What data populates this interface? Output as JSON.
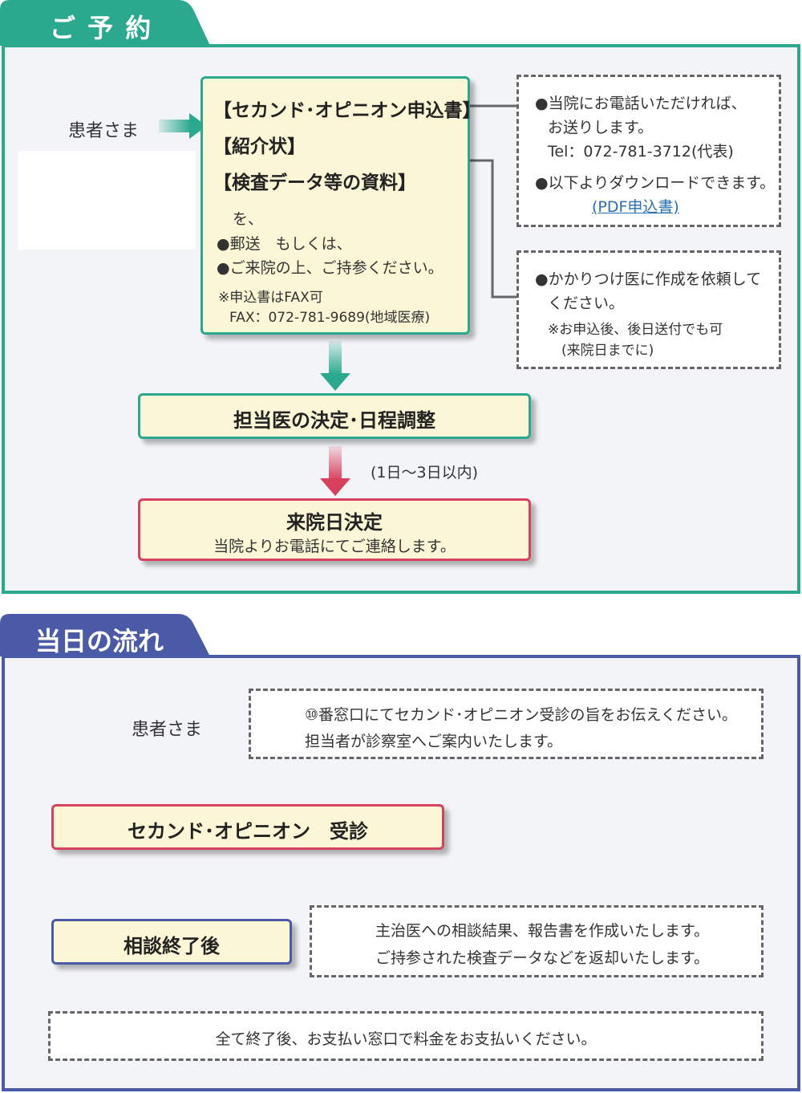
{
  "colors": {
    "teal": "#2aa98f",
    "navy": "#4a5aa6",
    "pink": "#d8415e",
    "cream": "#fbf6d6"
  },
  "reservation": {
    "tab": "ご 予 約",
    "patient": "患者さま",
    "docs": [
      "【セカンド･オピニオン申込書】",
      "【紹介状】",
      "【検査データ等の資料】"
    ],
    "method_wo": "を、",
    "method_mail": "●郵送　もしくは、",
    "method_visit": "●ご来院の上、ご持参ください。",
    "fax_note": "※申込書はFAX可",
    "fax": "FAX：072-781-9689(地域医療)",
    "side1_line1": "●当院にお電話いただければ、",
    "side1_line2": "お送りします。",
    "side1_tel": "Tel：072-781-3712(代表)",
    "side1_dl": "●以下よりダウンロードできます。",
    "side1_link": "(PDF申込書)",
    "side2_line1": "●かかりつけ医に作成を依頼して",
    "side2_line2": "ください。",
    "side2_note1": "※お申込後、後日送付でも可",
    "side2_note2": "(来院日までに)",
    "step1": "担当医の決定･日程調整",
    "days": "(1日～3日以内)",
    "step2_title": "来院日決定",
    "step2_sub": "当院よりお電話にてご連絡します。"
  },
  "dayflow": {
    "tab": "当日の流れ",
    "patient": "患者さま",
    "info1": "⑩番窓口にてセカンド･オピニオン受診の旨をお伝えください。",
    "info2": "担当者が診察室へご案内いたします。",
    "consult": "セカンド･オピニオン　受診",
    "after": "相談終了後",
    "after_note1": "主治医への相談結果、報告書を作成いたします。",
    "after_note2": "ご持参された検査データなどを返却いたします。",
    "payment": "全て終了後、お支払い窓口で料金をお支払いください。"
  }
}
